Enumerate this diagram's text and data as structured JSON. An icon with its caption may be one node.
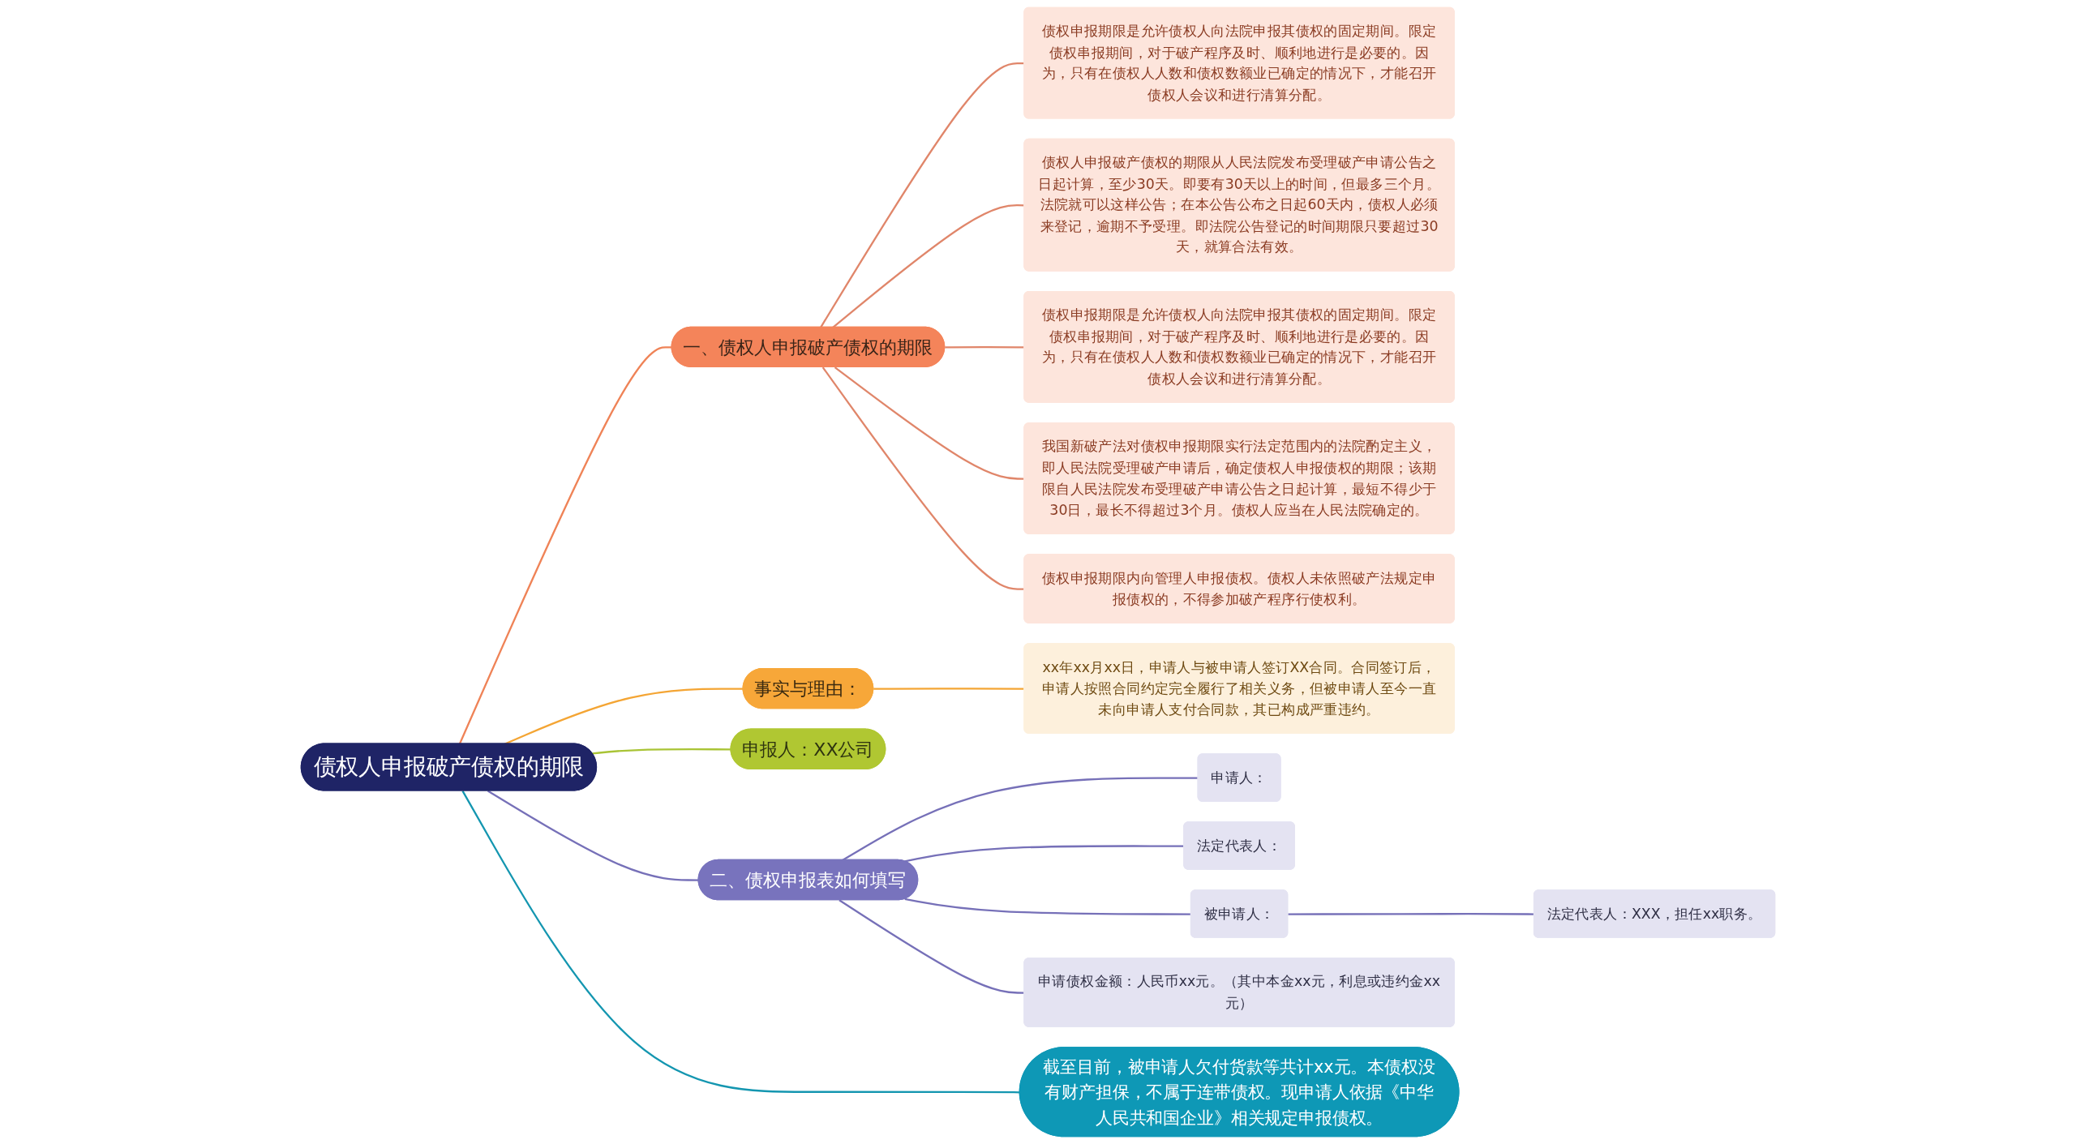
{
  "diagram": {
    "nodes": [
      {
        "text": [
          "债权人申报破产债权的期限"
        ]
      },
      {
        "text": [
          "一、债权人申报破产债权的期限"
        ]
      },
      {
        "text": [
          "债权申报期限是允许债权人向法院申报其债权的固定期间。限定债权串报期间，对于破产程序及时、顺利地进行是必要的。因为，只有在债权人人数和债权数额业已确定的情况下，才能召开债权人会议和进行清算分配。"
        ]
      },
      {
        "text": [
          "债权人申报破产债权的期限从人民法院发布受理破产申请公告之日起计算，至少30天。即要有30天以上的时间，但最多三个月。法院就可以这样公告；在本公告公布之日起60天内，债权人必须来登记，逾期不予受理。即法院公告登记的时间期限只要超过30天，就算合法有效。"
        ]
      },
      {
        "text": [
          "债权申报期限是允许债权人向法院申报其债权的固定期间。限定债权串报期间，对于破产程序及时、顺利地进行是必要的。因为，只有在债权人人数和债权数额业已确定的情况下，才能召开债权人会议和进行清算分配。"
        ]
      },
      {
        "text": [
          "我国新破产法对债权申报期限实行法定范围内的法院酌定主义，即人民法院受理破产申请后，确定债权人申报债权的期限；该期限自人民法院发布受理破产申请公告之日起计算，最短不得少于30日，最长不得超过3个月。债权人应当在人民法院确定的。"
        ]
      },
      {
        "text": [
          "债权申报期限内向管理人申报债权。债权人未依照破产法规定申报债权的，不得参加破产程序行使权利。"
        ]
      },
      {
        "text": [
          "事实与理由："
        ]
      },
      {
        "text": [
          "xx年xx月xx日，申请人与被申请人签订XX合同。合同签订后，申请人按照合同约定完全履行了相关义务，但被申请人至今一直未向申请人支付合同款，其已构成严重违约。"
        ]
      },
      {
        "text": [
          "申报人：XX公司"
        ]
      },
      {
        "text": [
          "二、债权申报表如何填写"
        ]
      },
      {
        "text": [
          "申请人："
        ]
      },
      {
        "text": [
          "法定代表人："
        ]
      },
      {
        "text": [
          "被申请人："
        ]
      },
      {
        "text": [
          "法定代表人：XXX，担任xx职务。"
        ]
      },
      {
        "text": [
          "申请债权金额：人民币xx元。（其中本金xx元，利息或违约金xx元）"
        ]
      },
      {
        "text": [
          "截至目前，被申请人欠付货款等共计xx元。本债权没有财产担保，不属于连带债权。现申请人依据《中华人民共和国企业》相关规定申报债权。"
        ]
      }
    ],
    "edges": [
      {
        "from": 0,
        "to": 1,
        "arrow": "none",
        "color": "#ef8357"
      },
      {
        "from": 1,
        "to": 2,
        "arrow": "none",
        "color": "#e0866a"
      },
      {
        "from": 1,
        "to": 3,
        "arrow": "none",
        "color": "#e0866a"
      },
      {
        "from": 1,
        "to": 4,
        "arrow": "none",
        "color": "#e0866a"
      },
      {
        "from": 1,
        "to": 5,
        "arrow": "none",
        "color": "#e0866a"
      },
      {
        "from": 1,
        "to": 6,
        "arrow": "none",
        "color": "#e0866a"
      },
      {
        "from": 0,
        "to": 7,
        "arrow": "none",
        "color": "#f4a534"
      },
      {
        "from": 7,
        "to": 8,
        "arrow": "none",
        "color": "#f4a534"
      },
      {
        "from": 0,
        "to": 9,
        "arrow": "none",
        "color": "#a9c436"
      },
      {
        "from": 0,
        "to": 10,
        "arrow": "none",
        "color": "#7670b8"
      },
      {
        "from": 10,
        "to": 11,
        "arrow": "none",
        "color": "#7670b8"
      },
      {
        "from": 10,
        "to": 12,
        "arrow": "none",
        "color": "#7670b8"
      },
      {
        "from": 10,
        "to": 13,
        "arrow": "none",
        "color": "#7670b8"
      },
      {
        "from": 13,
        "to": 14,
        "arrow": "none",
        "color": "#7670b8"
      },
      {
        "from": 10,
        "to": 15,
        "arrow": "none",
        "color": "#7670b8"
      },
      {
        "from": 0,
        "to": 16,
        "arrow": "none",
        "color": "#1496b0"
      }
    ]
  }
}
